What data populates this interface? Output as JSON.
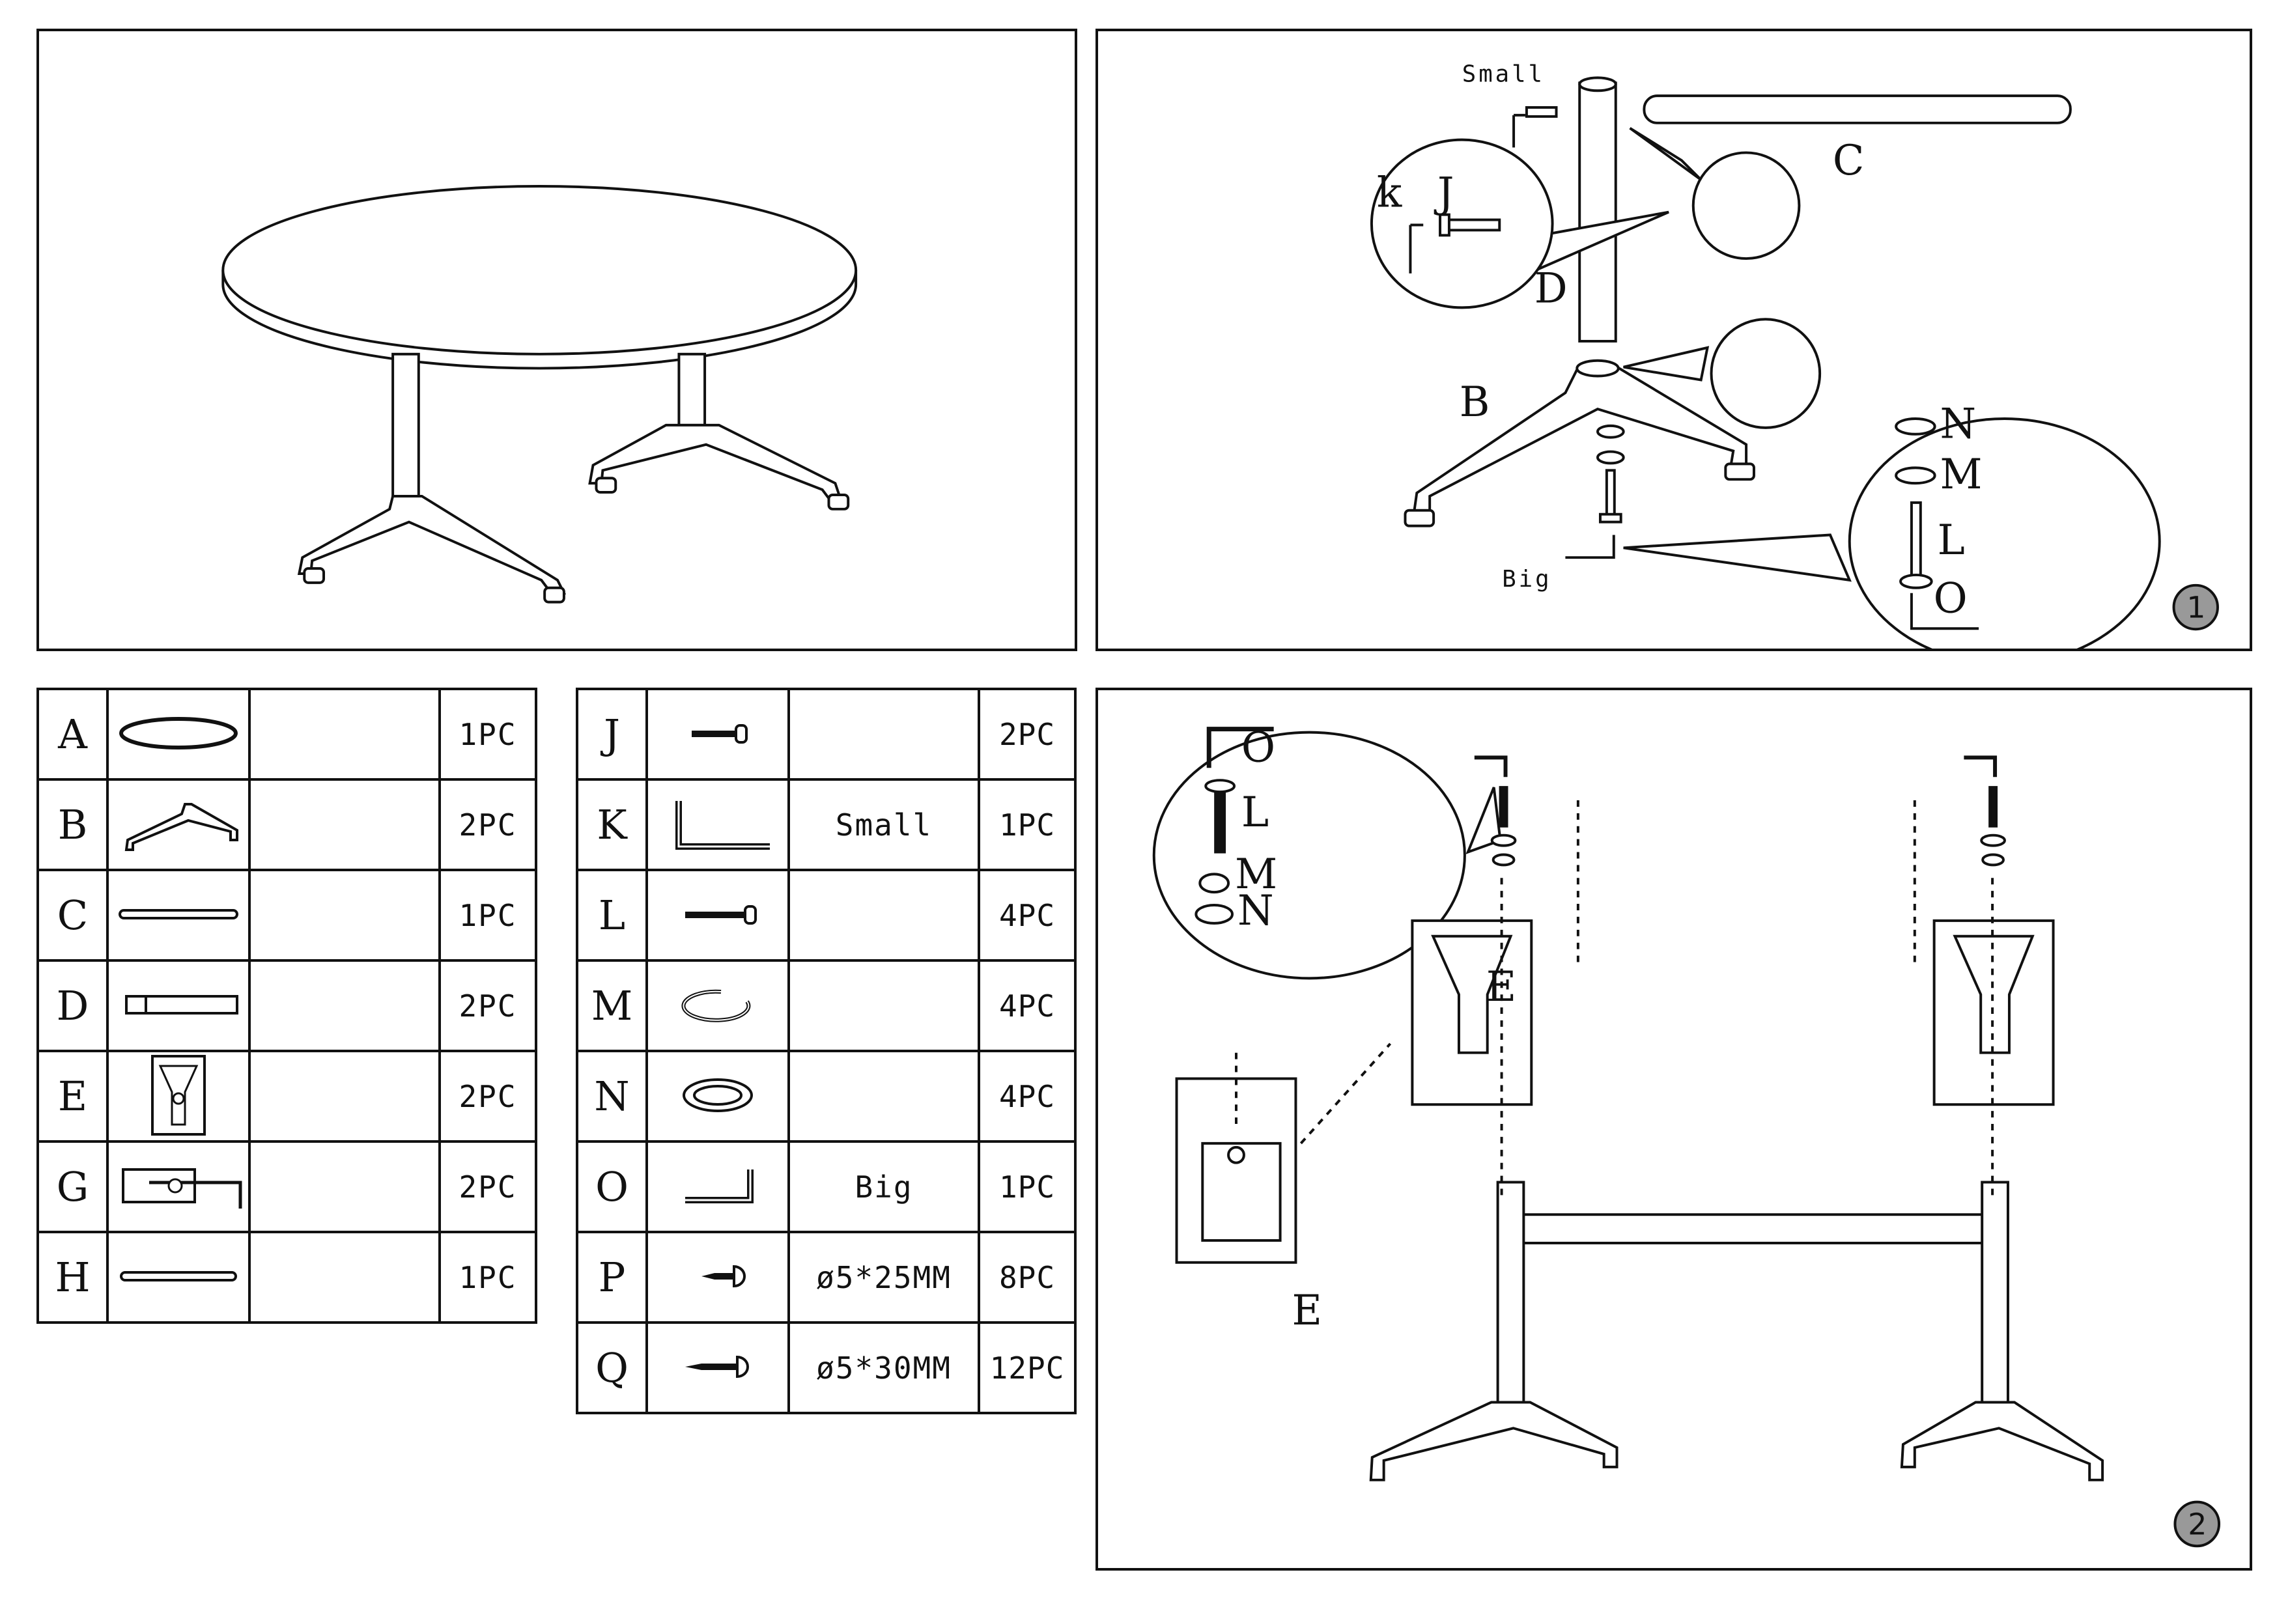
{
  "step1": {
    "labels": {
      "small": "Small",
      "big": "Big",
      "k": "k",
      "j": "J",
      "c": "C",
      "d": "D",
      "b": "B",
      "n": "N",
      "m": "M",
      "l": "L",
      "o": "O"
    },
    "step_number": "1"
  },
  "step2": {
    "labels": {
      "o": "O",
      "l": "L",
      "m": "M",
      "n": "N",
      "e_top": "E",
      "e_bottom": "E"
    },
    "step_number": "2"
  },
  "parts_left": [
    {
      "letter": "A",
      "icon": "tabletop-ellipse-icon",
      "desc": "",
      "qty": "1PC"
    },
    {
      "letter": "B",
      "icon": "tripod-base-icon",
      "desc": "",
      "qty": "2PC"
    },
    {
      "letter": "C",
      "icon": "crossbar-tube-icon",
      "desc": "",
      "qty": "1PC"
    },
    {
      "letter": "D",
      "icon": "column-tube-icon",
      "desc": "",
      "qty": "2PC"
    },
    {
      "letter": "E",
      "icon": "mounting-plate-icon",
      "desc": "",
      "qty": "2PC"
    },
    {
      "letter": "G",
      "icon": "bracket-with-key-icon",
      "desc": "",
      "qty": "2PC"
    },
    {
      "letter": "H",
      "icon": "long-rod-icon",
      "desc": "",
      "qty": "1PC"
    }
  ],
  "parts_right": [
    {
      "letter": "J",
      "icon": "short-bolt-icon",
      "desc": "",
      "qty": "2PC"
    },
    {
      "letter": "K",
      "icon": "small-allen-key-icon",
      "desc": "Small",
      "qty": "1PC"
    },
    {
      "letter": "L",
      "icon": "bolt-icon",
      "desc": "",
      "qty": "4PC"
    },
    {
      "letter": "M",
      "icon": "spring-washer-icon",
      "desc": "",
      "qty": "4PC"
    },
    {
      "letter": "N",
      "icon": "flat-washer-icon",
      "desc": "",
      "qty": "4PC"
    },
    {
      "letter": "O",
      "icon": "big-allen-key-icon",
      "desc": "Big",
      "qty": "1PC"
    },
    {
      "letter": "P",
      "icon": "wood-screw-icon",
      "desc": "ø5*25MM",
      "qty": "8PC"
    },
    {
      "letter": "Q",
      "icon": "wood-screw-long-icon",
      "desc": "ø5*30MM",
      "qty": "12PC"
    }
  ]
}
